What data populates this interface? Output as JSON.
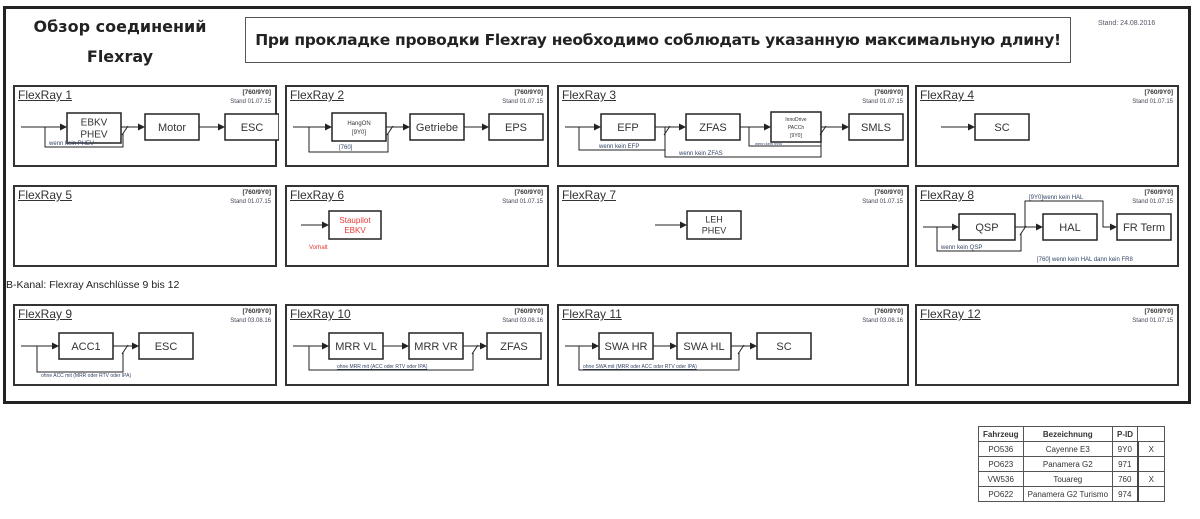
{
  "header": {
    "title_line1": "Обзор соединений",
    "title_line2": "Flexray",
    "warning": "При прокладке проводки Flexray необходимо соблюдать указанную максимальную длину!",
    "stand": "Stand: 24.08.2016"
  },
  "section_b_label": "B-Kanal: Flexray Anschlüsse 9 bis 12",
  "panels": [
    {
      "name": "FlexRay 1",
      "tag": "[760/9Y0]",
      "stand": "Stand 01.07.15",
      "boxes": [
        "EBKV",
        "PHEV",
        "Motor",
        "ESC"
      ],
      "notes": [
        "wenn kein PHEV"
      ]
    },
    {
      "name": "FlexRay 2",
      "tag": "[760/9Y0]",
      "stand": "Stand 01.07.15",
      "boxes": [
        "HangON",
        "[9Y0]",
        "Getriebe",
        "EPS"
      ],
      "notes": [
        "[760]"
      ]
    },
    {
      "name": "FlexRay 3",
      "tag": "[760/9Y0]",
      "stand": "Stand 01.07.15",
      "boxes": [
        "EFP",
        "ZFAS",
        "InnoDrive",
        "PACCh",
        "[9Y0]",
        "SMLS"
      ],
      "notes": [
        "wenn kein EFP",
        "wenn kein ZFAS",
        "wenn kein Inno"
      ]
    },
    {
      "name": "FlexRay 4",
      "tag": "[760/9Y0]",
      "stand": "Stand 01.07.15",
      "boxes": [
        "SC"
      ],
      "notes": []
    },
    {
      "name": "FlexRay 5",
      "tag": "[760/9Y0]",
      "stand": "Stand 01.07.15",
      "boxes": [],
      "notes": []
    },
    {
      "name": "FlexRay 6",
      "tag": "[760/9Y0]",
      "stand": "Stand 01.07.15",
      "boxes": [
        "Staupilot",
        "EBKV"
      ],
      "notes": [
        "Vorhalt"
      ]
    },
    {
      "name": "FlexRay 7",
      "tag": "[760/9Y0]",
      "stand": "Stand 01.07.15",
      "boxes": [
        "LEH",
        "PHEV"
      ],
      "notes": []
    },
    {
      "name": "FlexRay 8",
      "tag": "[760/9Y0]",
      "stand": "Stand 01.07.15",
      "boxes": [
        "QSP",
        "[9Y0]",
        "HAL",
        "FR Term"
      ],
      "notes": [
        "[9Y0]wenn kein HAL",
        "wenn kein QSP",
        "[760] wenn kein HAL dann kein FR8"
      ]
    },
    {
      "name": "FlexRay 9",
      "tag": "[760/9Y0]",
      "stand": "Stand 03.08.16",
      "boxes": [
        "ACC1",
        "ESC"
      ],
      "notes": [
        "ohne ACC mit (MRR oder RTV oder IPA)"
      ]
    },
    {
      "name": "FlexRay 10",
      "tag": "[760/9Y0]",
      "stand": "Stand 03.08.16",
      "boxes": [
        "MRR VL",
        "MRR VR",
        "ZFAS"
      ],
      "notes": [
        "ohne MRR mit (ACC oder RTV oder IPA)"
      ]
    },
    {
      "name": "FlexRay 11",
      "tag": "[760/9Y0]",
      "stand": "Stand 03.08.16",
      "boxes": [
        "SWA HR",
        "SWA HL",
        "SC"
      ],
      "notes": [
        "ohne SWA mit (MRR oder ACC oder RTV oder IPA)"
      ]
    },
    {
      "name": "FlexRay 12",
      "tag": "[760/9Y0]",
      "stand": "Stand 01.07.15",
      "boxes": [],
      "notes": []
    }
  ],
  "vehicle_table": {
    "headers": [
      "Fahrzeug",
      "Bezeichnung",
      "P-ID",
      ""
    ],
    "rows": [
      [
        "PO536",
        "Cayenne E3",
        "9Y0",
        "X"
      ],
      [
        "PO623",
        "Panamera G2",
        "971",
        ""
      ],
      [
        "VW536",
        "Touareg",
        "760",
        "X"
      ],
      [
        "PO622",
        "Panamera G2 Turismo",
        "974",
        ""
      ]
    ]
  },
  "colors": {
    "line": "#222222",
    "accent_red": "#e53935",
    "note_blue": "#334466"
  }
}
